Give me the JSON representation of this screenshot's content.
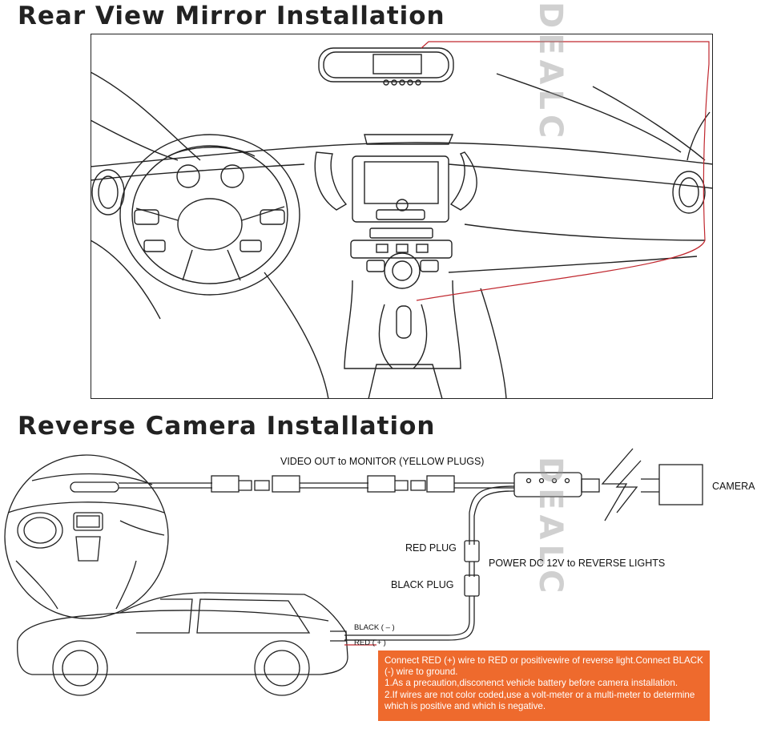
{
  "titles": {
    "mirror": "Rear View Mirror Installation",
    "camera": "Reverse Camera Installation"
  },
  "watermark": {
    "text_top": "DEALC",
    "text_bottom": "DEALC"
  },
  "labels": {
    "video_out": "VIDEO OUT to MONITOR (YELLOW PLUGS)",
    "camera": "CAMERA",
    "red_plug": "RED PLUG",
    "black_plug": "BLACK PLUG",
    "power": "POWER DC 12V to REVERSE LIGHTS",
    "black_wire": "BLACK ( – )",
    "red_wire": "RED ( + )"
  },
  "notes": [
    "Connect RED (+) wire to RED or positivewire of reverse light.Connect BLACK (-) wire to ground.",
    "1.As a precaution,disconenct vehicle battery before camera installation.",
    "2.If wires are not color coded,use a volt-meter or a multi-meter to determine which is positive and which is negative."
  ],
  "colors": {
    "notes_bg": "#ee6a2d",
    "wire_red": "#c0282f",
    "line": "#222222"
  }
}
